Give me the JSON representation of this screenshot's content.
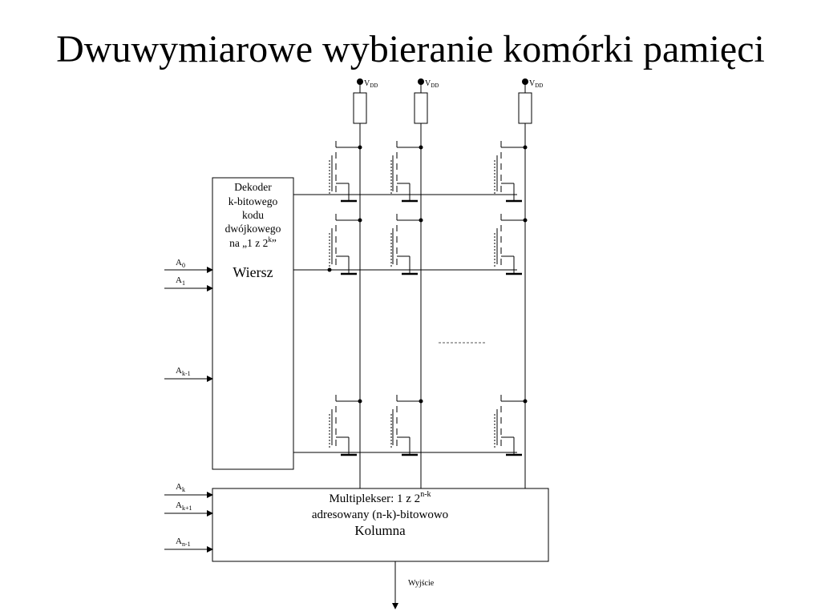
{
  "title": "Dwuwymiarowe wybieranie komórki pamięci",
  "vdd": {
    "main": "V",
    "sub": "DD"
  },
  "decoder": {
    "lines": [
      "Dekoder",
      "k-bitowego",
      "kodu",
      "dwójkowego"
    ],
    "last_line_prefix": "na „1 z 2",
    "last_line_sup": "k",
    "last_line_suffix": "”",
    "role": "Wiersz"
  },
  "row_address_inputs": [
    {
      "main": "A",
      "sub": "0"
    },
    {
      "main": "A",
      "sub": "1"
    },
    {
      "main": "A",
      "sub": "k-1"
    }
  ],
  "column_address_inputs": [
    {
      "main": "A",
      "sub": "k"
    },
    {
      "main": "A",
      "sub": "k+1"
    },
    {
      "main": "A",
      "sub": "n-1"
    }
  ],
  "multiplexer": {
    "line1_prefix": "Multiplekser: 1 z 2",
    "line1_sup": "n-k",
    "line2": "adresowany (n-k)-bitowowo",
    "role": "Kolumna"
  },
  "output_label": "Wyjście",
  "colors": {
    "lines": "#000000",
    "background": "#ffffff"
  }
}
